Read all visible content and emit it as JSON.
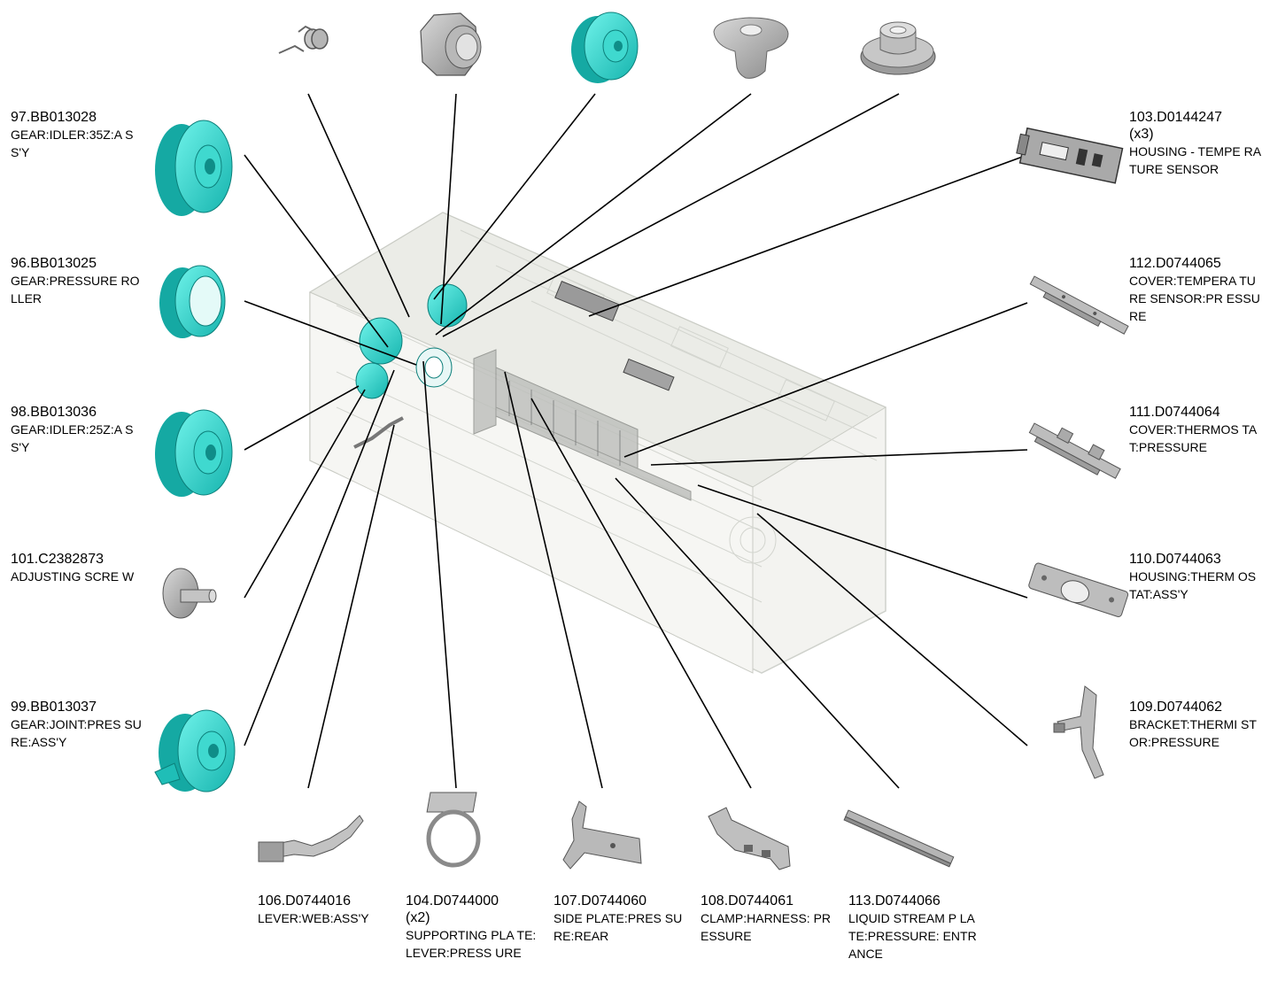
{
  "parts": {
    "p97": {
      "code": "97.BB013028",
      "qty": "",
      "desc": "GEAR:IDLER:35Z:A SS'Y"
    },
    "p96": {
      "code": "96.BB013025",
      "qty": "",
      "desc": "GEAR:PRESSURE ROLLER"
    },
    "p98": {
      "code": "98.BB013036",
      "qty": "",
      "desc": "GEAR:IDLER:25Z:A SS'Y"
    },
    "p101": {
      "code": "101.C2382873",
      "qty": "",
      "desc": "ADJUSTING SCRE W"
    },
    "p99": {
      "code": "99.BB013037",
      "qty": "",
      "desc": "GEAR:JOINT:PRES SURE:ASS'Y"
    },
    "p103": {
      "code": "103.D0144247",
      "qty": "(x3)",
      "desc": "HOUSING - TEMPE RATURE SENSOR"
    },
    "p112": {
      "code": "112.D0744065",
      "qty": "",
      "desc": "COVER:TEMPERA TURE SENSOR:PR ESSURE"
    },
    "p111": {
      "code": "111.D0744064",
      "qty": "",
      "desc": "COVER:THERMOS TAT:PRESSURE"
    },
    "p110": {
      "code": "110.D0744063",
      "qty": "",
      "desc": "HOUSING:THERM OSTAT:ASS'Y"
    },
    "p109": {
      "code": "109.D0744062",
      "qty": "",
      "desc": "BRACKET:THERMI STOR:PRESSURE"
    },
    "p106": {
      "code": "106.D0744016",
      "qty": "",
      "desc": "LEVER:WEB:ASS'Y"
    },
    "p104": {
      "code": "104.D0744000",
      "qty": "(x2)",
      "desc": "SUPPORTING PLA TE:LEVER:PRESS URE"
    },
    "p107": {
      "code": "107.D0744060",
      "qty": "",
      "desc": "SIDE PLATE:PRES SURE:REAR"
    },
    "p108": {
      "code": "108.D0744061",
      "qty": "",
      "desc": "CLAMP:HARNESS: PRESSURE"
    },
    "p113": {
      "code": "113.D0744066",
      "qty": "",
      "desc": "LIQUID STREAM P LATE:PRESSURE: ENTRANCE"
    }
  },
  "colors": {
    "gear_cyan": "#35e0d6",
    "gear_cyan_dark": "#1aa9a3",
    "metal_grey": "#9a9a9a",
    "leader_line": "#000000"
  },
  "icons": {
    "gear": "gear-icon",
    "spring": "torsion-spring-icon",
    "bushing": "bushing-icon",
    "collar": "collar-icon",
    "screw": "adjusting-screw-icon",
    "bracket": "bracket-icon"
  }
}
